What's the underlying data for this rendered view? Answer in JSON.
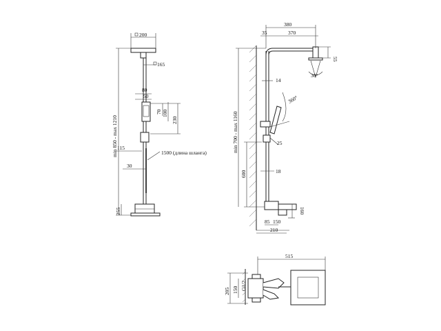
{
  "front_view": {
    "d_200": "200",
    "d_165": "165",
    "d_80": "80",
    "d_50": "50",
    "d_70": "70",
    "d_100": "100",
    "d_230": "230",
    "d_115": "115",
    "d_30": "30",
    "d_255": "255",
    "height_range": "min 850 - max 1210",
    "hose_note": "1500 (длина шланга)"
  },
  "side_view": {
    "d_380": "380",
    "d_35": "35",
    "d_370": "370",
    "d_55": "55",
    "angle_30": "30°",
    "d_14": "14",
    "angle_360": "360°",
    "d_25": "25",
    "d_18": "18",
    "d_600": "600",
    "height_range": "min 700 - max 1160",
    "d_160": "160",
    "d_85": "85",
    "d_150": "150",
    "d_210": "210"
  },
  "top_view": {
    "d_515": "515",
    "d_205": "205",
    "d_150": "150",
    "d_G12": "G1/2"
  }
}
